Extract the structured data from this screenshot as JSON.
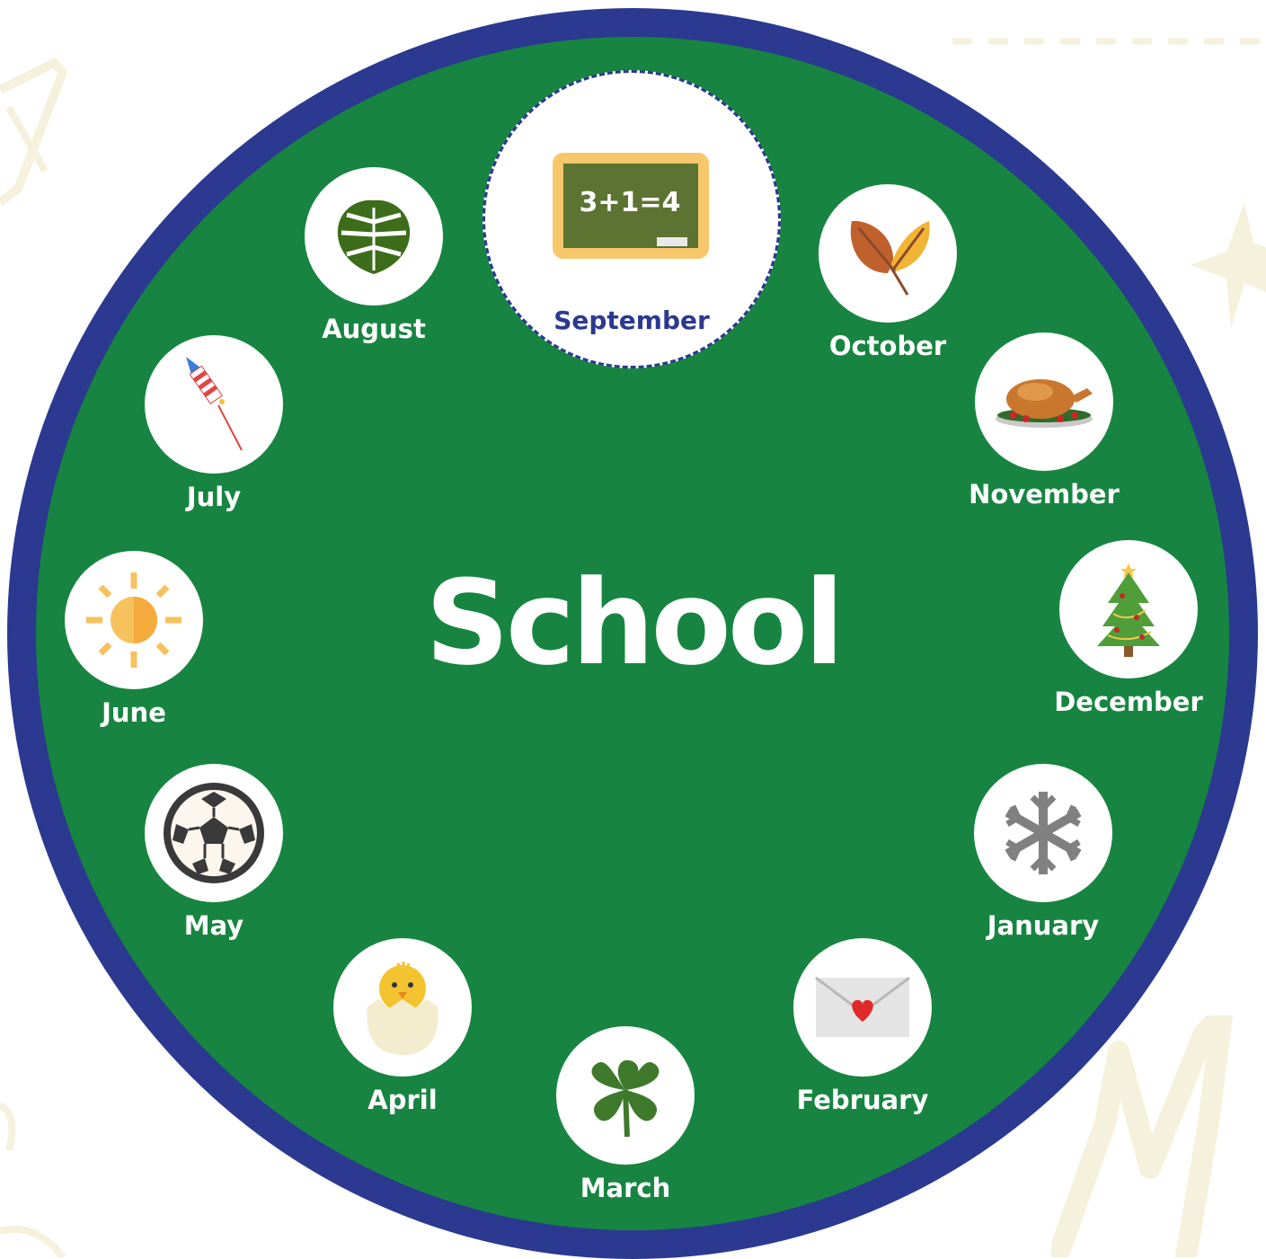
{
  "title": "School",
  "months": [
    {
      "key": "september",
      "label": "September",
      "icon": "chalkboard-icon",
      "board_text": "3+1=4"
    },
    {
      "key": "october",
      "label": "October",
      "icon": "autumn-leaves-icon"
    },
    {
      "key": "november",
      "label": "November",
      "icon": "roast-turkey-icon"
    },
    {
      "key": "december",
      "label": "December",
      "icon": "christmas-tree-icon"
    },
    {
      "key": "january",
      "label": "January",
      "icon": "snowflake-icon"
    },
    {
      "key": "february",
      "label": "February",
      "icon": "love-letter-icon"
    },
    {
      "key": "march",
      "label": "March",
      "icon": "shamrock-icon"
    },
    {
      "key": "april",
      "label": "April",
      "icon": "hatching-chick-icon"
    },
    {
      "key": "may",
      "label": "May",
      "icon": "soccer-ball-icon"
    },
    {
      "key": "june",
      "label": "June",
      "icon": "sun-icon"
    },
    {
      "key": "july",
      "label": "July",
      "icon": "firework-rocket-icon"
    },
    {
      "key": "august",
      "label": "August",
      "icon": "monstera-leaf-icon"
    }
  ],
  "colors": {
    "ring": "#2b3990",
    "field": "#178541",
    "label": "#ffffff",
    "selected_label": "#2b3990",
    "background_doodles": "#f5f1dc"
  }
}
